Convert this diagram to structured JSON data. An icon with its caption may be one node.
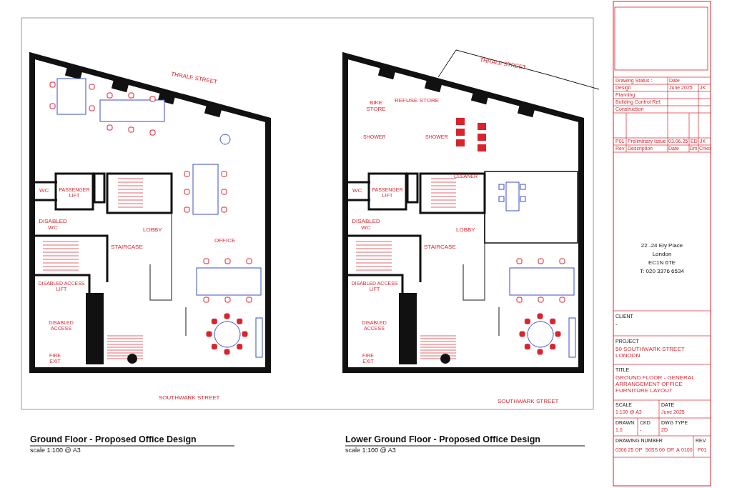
{
  "diagram": {
    "labels": [
      "THRALE STREET",
      "OFFICE",
      "WC",
      "DISABLED WC",
      "PASSENGER LIFT",
      "STAIRCASE",
      "LOBBY",
      "DISABLED ACCESS LIFT",
      "DISABLED ACCESS",
      "FIRE EXIT",
      "SOUTHWARK STREET",
      "THRALE STREET",
      "BIKE STORE",
      "REFUSE STORE",
      "SHOWER",
      "SHOWER",
      "CLEANER",
      "WC",
      "PASSENGER LIFT",
      "DISABLED WC",
      "STAIRCASE",
      "LOBBY",
      "DISABLED ACCESS LIFT",
      "DISABLED ACCESS",
      "FIRE EXIT",
      "SOUTHWARK STREET",
      "Ground Floor - Proposed Office Design",
      "scale 1:100 @ A3",
      "Lower Ground Floor - Proposed Office Design",
      "scale 1:100 @ A3",
      "Drawing Status :",
      "Date",
      "Design",
      "June 2025",
      "JK",
      "Planning",
      "Building Control Ref:",
      "Construction",
      "P01",
      "Preliminary Issue",
      "03.06.25",
      "ED",
      "JK",
      "Rev",
      "Description",
      "Date",
      "Drn",
      "Chkd",
      "22 -24 Ely Place",
      "London",
      "EC1N 6TE",
      "T: 020 3376 6534",
      "CLIENT",
      "-",
      "PROJECT",
      "50 SOUTHWARK STREET LONODN",
      "TITLE",
      "GROUND FLOOR - GENERAL ARRANGEMENT OFFICE FURNITURE LAYOUT",
      "SCALE",
      "1:100 @ A3",
      "DATE",
      "June 2025",
      "DRAWN",
      "1.0",
      "CKD",
      "-",
      "DWG TYPE",
      "2D",
      "DRAWING NUMBER",
      "REV",
      "0306 25 OP",
      "50SS 00",
      "DR",
      "A",
      "0100",
      "P01"
    ]
  }
}
